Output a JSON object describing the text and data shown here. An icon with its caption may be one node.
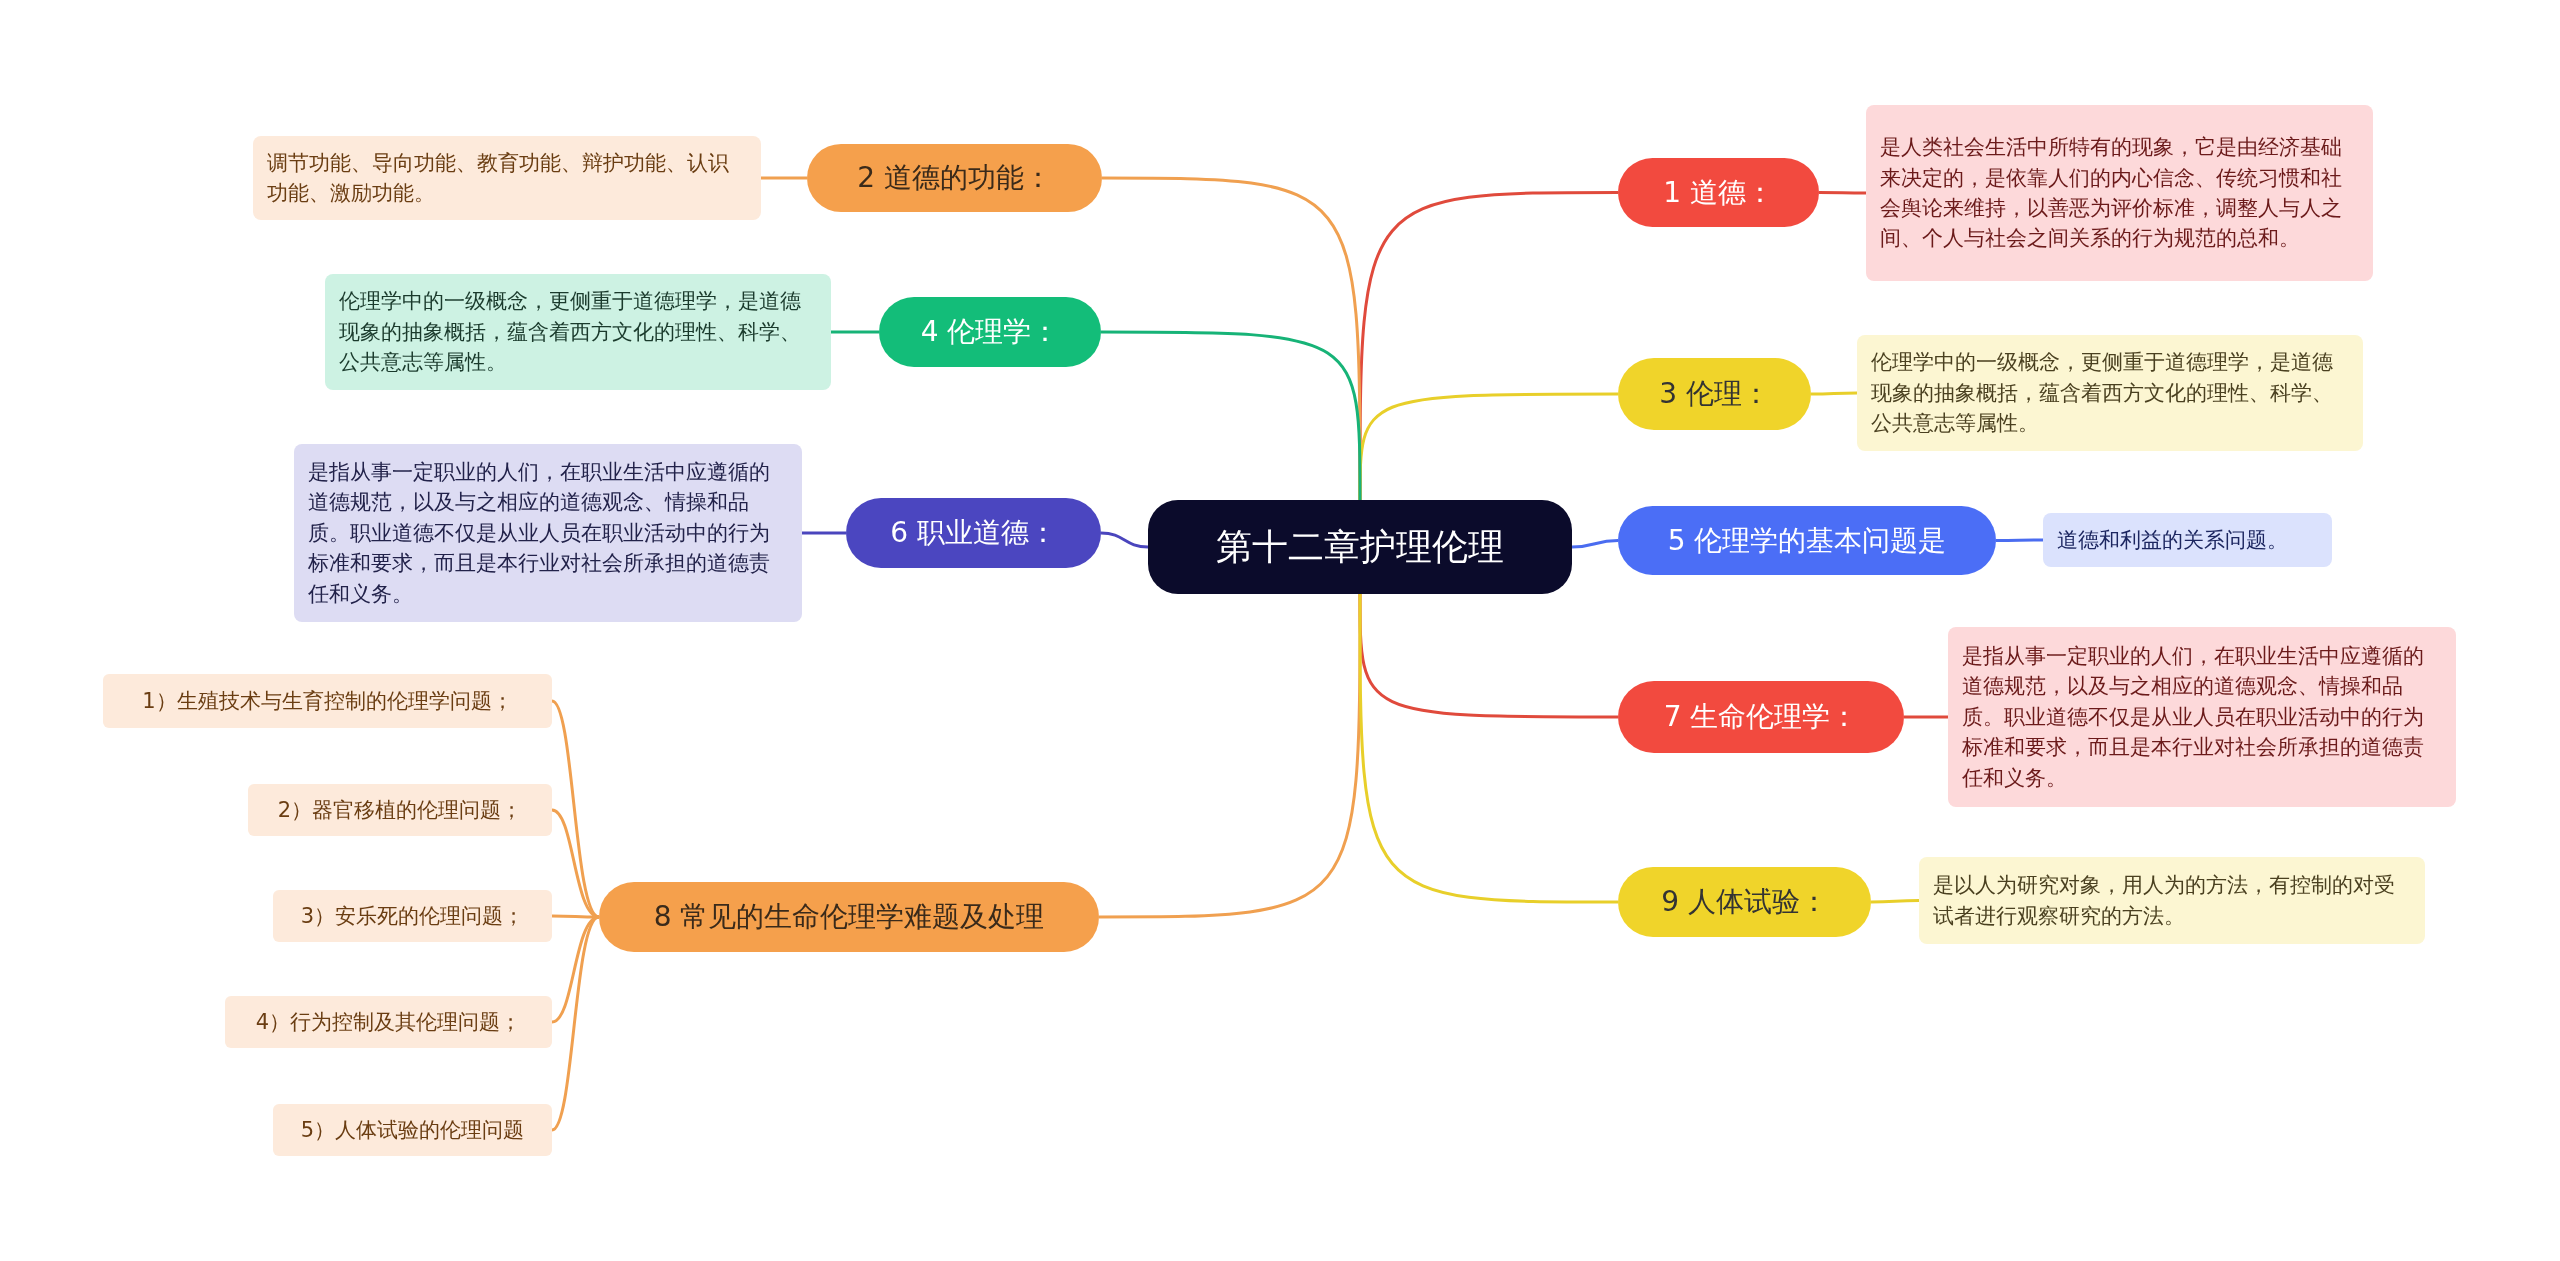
{
  "diagram": {
    "nodes": [
      {
        "text": [
          "第十二章护理伦理"
        ]
      },
      {
        "text": [
          "1 道德："
        ]
      },
      {
        "text": [
          "是人类社会生活中所特有的现象，它是由经济基础来决定的，是依靠人们的内心信念、传统习惯和社会舆论来维持，以善恶为评价标准，调整人与人之间、个人与社会之间关系的行为规范的总和。"
        ]
      },
      {
        "text": [
          "2 道德的功能："
        ]
      },
      {
        "text": [
          "调节功能、导向功能、教育功能、辩护功能、认识功能、激励功能。"
        ]
      },
      {
        "text": [
          "3 伦理："
        ]
      },
      {
        "text": [
          "伦理学中的一级概念，更侧重于道德理学，是道德现象的抽象概括，蕴含着西方文化的理性、科学、公共意志等属性。"
        ]
      },
      {
        "text": [
          "4 伦理学："
        ]
      },
      {
        "text": [
          "伦理学中的一级概念，更侧重于道德理学，是道德现象的抽象概括，蕴含着西方文化的理性、科学、公共意志等属性。"
        ]
      },
      {
        "text": [
          "5 伦理学的基本问题是"
        ]
      },
      {
        "text": [
          "道德和利益的关系问题。"
        ]
      },
      {
        "text": [
          "6 职业道德："
        ]
      },
      {
        "text": [
          "是指从事一定职业的人们，在职业生活中应遵循的道德规范，以及与之相应的道德观念、情操和品质。职业道德不仅是从业人员在职业活动中的行为标准和要求，而且是本行业对社会所承担的道德责任和义务。"
        ]
      },
      {
        "text": [
          "7 生命伦理学："
        ]
      },
      {
        "text": [
          "是指从事一定职业的人们，在职业生活中应遵循的道德规范，以及与之相应的道德观念、情操和品质。职业道德不仅是从业人员在职业活动中的行为标准和要求，而且是本行业对社会所承担的道德责任和义务。"
        ]
      },
      {
        "text": [
          "8 常见的生命伦理学难题及处理"
        ]
      },
      {
        "text": [
          "1）生殖技术与生育控制的伦理学问题；"
        ]
      },
      {
        "text": [
          "2）器官移植的伦理问题；"
        ]
      },
      {
        "text": [
          "3）安乐死的伦理问题；"
        ]
      },
      {
        "text": [
          "4）行为控制及其伦理问题；"
        ]
      },
      {
        "text": [
          "5）人体试验的伦理问题"
        ]
      },
      {
        "text": [
          "9 人体试验："
        ]
      },
      {
        "text": [
          "是以人为研究对象，用人为的方法，有控制的对受试者进行观察研究的方法。"
        ]
      }
    ],
    "edges": [
      {
        "from": 0,
        "to": 1,
        "arrow": "none",
        "color": "#e04a3c"
      },
      {
        "from": 1,
        "to": 2,
        "arrow": "none",
        "color": "#e04a3c"
      },
      {
        "from": 0,
        "to": 3,
        "arrow": "none",
        "color": "#f0a050"
      },
      {
        "from": 3,
        "to": 4,
        "arrow": "none",
        "color": "#f0a050"
      },
      {
        "from": 0,
        "to": 5,
        "arrow": "none",
        "color": "#e8cf2a"
      },
      {
        "from": 5,
        "to": 6,
        "arrow": "none",
        "color": "#e8cf2a"
      },
      {
        "from": 0,
        "to": 7,
        "arrow": "none",
        "color": "#17b377"
      },
      {
        "from": 7,
        "to": 8,
        "arrow": "none",
        "color": "#17b377"
      },
      {
        "from": 0,
        "to": 9,
        "arrow": "none",
        "color": "#4a6cf0"
      },
      {
        "from": 9,
        "to": 10,
        "arrow": "none",
        "color": "#4a6cf0"
      },
      {
        "from": 0,
        "to": 11,
        "arrow": "none",
        "color": "#4a45bd"
      },
      {
        "from": 11,
        "to": 12,
        "arrow": "none",
        "color": "#4a45bd"
      },
      {
        "from": 0,
        "to": 13,
        "arrow": "none",
        "color": "#e04a3c"
      },
      {
        "from": 13,
        "to": 14,
        "arrow": "none",
        "color": "#e04a3c"
      },
      {
        "from": 0,
        "to": 15,
        "arrow": "none",
        "color": "#f0a050"
      },
      {
        "from": 15,
        "to": 16,
        "arrow": "none",
        "color": "#f0a050"
      },
      {
        "from": 15,
        "to": 17,
        "arrow": "none",
        "color": "#f0a050"
      },
      {
        "from": 15,
        "to": 18,
        "arrow": "none",
        "color": "#f0a050"
      },
      {
        "from": 15,
        "to": 19,
        "arrow": "none",
        "color": "#f0a050"
      },
      {
        "from": 15,
        "to": 20,
        "arrow": "none",
        "color": "#f0a050"
      },
      {
        "from": 0,
        "to": 21,
        "arrow": "none",
        "color": "#e8cf2a"
      },
      {
        "from": 21,
        "to": 22,
        "arrow": "none",
        "color": "#e8cf2a"
      }
    ]
  }
}
